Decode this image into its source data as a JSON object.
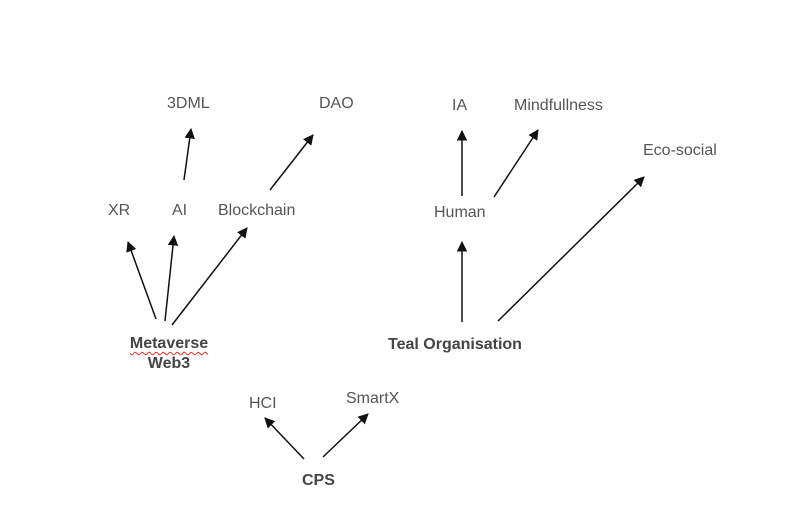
{
  "colors": {
    "background": "#ffffff",
    "text": "#555555",
    "arrow": "#111111",
    "spellcheck_underline": "#dd3333"
  },
  "nodes": {
    "three_dml": "3DML",
    "dao": "DAO",
    "ia": "IA",
    "mindfullness": "Mindfullness",
    "eco_social": "Eco-social",
    "xr": "XR",
    "ai": "AI",
    "blockchain": "Blockchain",
    "human": "Human",
    "metaverse": "Metaverse",
    "web3": "Web3",
    "teal_organisation": "Teal Organisation",
    "hci": "HCI",
    "smartx": "SmartX",
    "cps": "CPS"
  },
  "edges": [
    {
      "from": "Metaverse/Web3",
      "to": "XR"
    },
    {
      "from": "Metaverse/Web3",
      "to": "AI"
    },
    {
      "from": "Metaverse/Web3",
      "to": "Blockchain"
    },
    {
      "from": "AI",
      "to": "3DML"
    },
    {
      "from": "Blockchain",
      "to": "DAO"
    },
    {
      "from": "Teal Organisation",
      "to": "Human"
    },
    {
      "from": "Teal Organisation",
      "to": "Eco-social"
    },
    {
      "from": "Human",
      "to": "IA"
    },
    {
      "from": "Human",
      "to": "Mindfullness"
    },
    {
      "from": "CPS",
      "to": "HCI"
    },
    {
      "from": "CPS",
      "to": "SmartX"
    }
  ]
}
